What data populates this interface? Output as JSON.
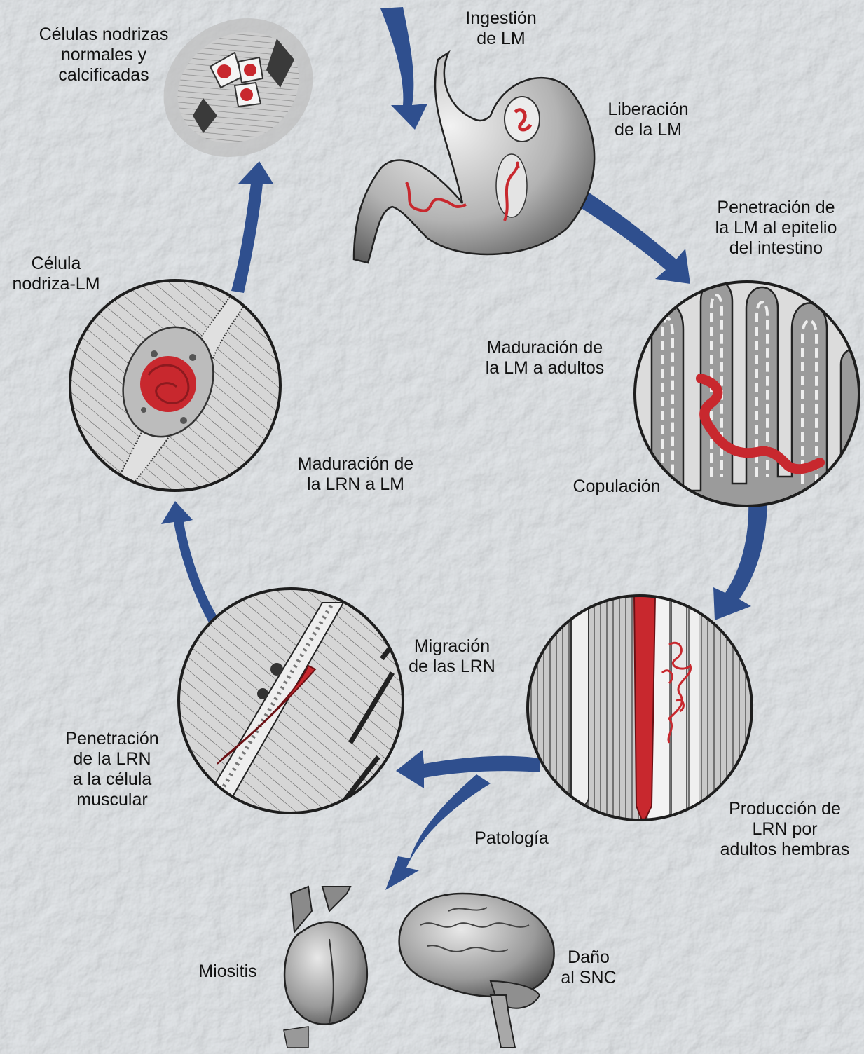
{
  "colors": {
    "background": "#dfe3e6",
    "arrow": "#2f4f8e",
    "worm": "#c8282e",
    "tissue": "#9a9a9a",
    "outline": "#222222"
  },
  "icons": {
    "stomach": "stomach-illustration",
    "intestine": "intestinal-villi-illustration",
    "female-adult": "female-adult-illustration",
    "muscle-cell": "muscle-cell-illustration",
    "nurse-cell": "nurse-cell-illustration",
    "calcified": "calcified-nurse-cells-illustration",
    "heart": "heart-illustration",
    "brain": "brain-illustration"
  },
  "labels": {
    "ingestion": [
      "Ingestión",
      "de LM"
    ],
    "liberation": [
      "Liberación",
      "de la LM"
    ],
    "penetration_intestine": [
      "Penetración de",
      "la LM al epitelio",
      "del intestino"
    ],
    "maturation_adults": [
      "Maduración de",
      "la LM a adultos"
    ],
    "copulation": [
      "Copulación"
    ],
    "production": [
      "Producción de",
      "LRN por",
      "adultos hembras"
    ],
    "migration": [
      "Migración",
      "de las LRN"
    ],
    "penetration_muscle": [
      "Penetración",
      "de la LRN",
      "a la célula",
      "muscular"
    ],
    "maturation_lrn": [
      "Maduración de",
      "la LRN a LM"
    ],
    "nurse_cell": [
      "Célula",
      "nodriza-LM"
    ],
    "calcified": [
      "Células nodrizas",
      "normales y",
      "calcificadas"
    ],
    "pathology": [
      "Patología"
    ],
    "myositis": [
      "Miositis"
    ],
    "cns_damage": [
      "Daño",
      "al SNC"
    ]
  }
}
